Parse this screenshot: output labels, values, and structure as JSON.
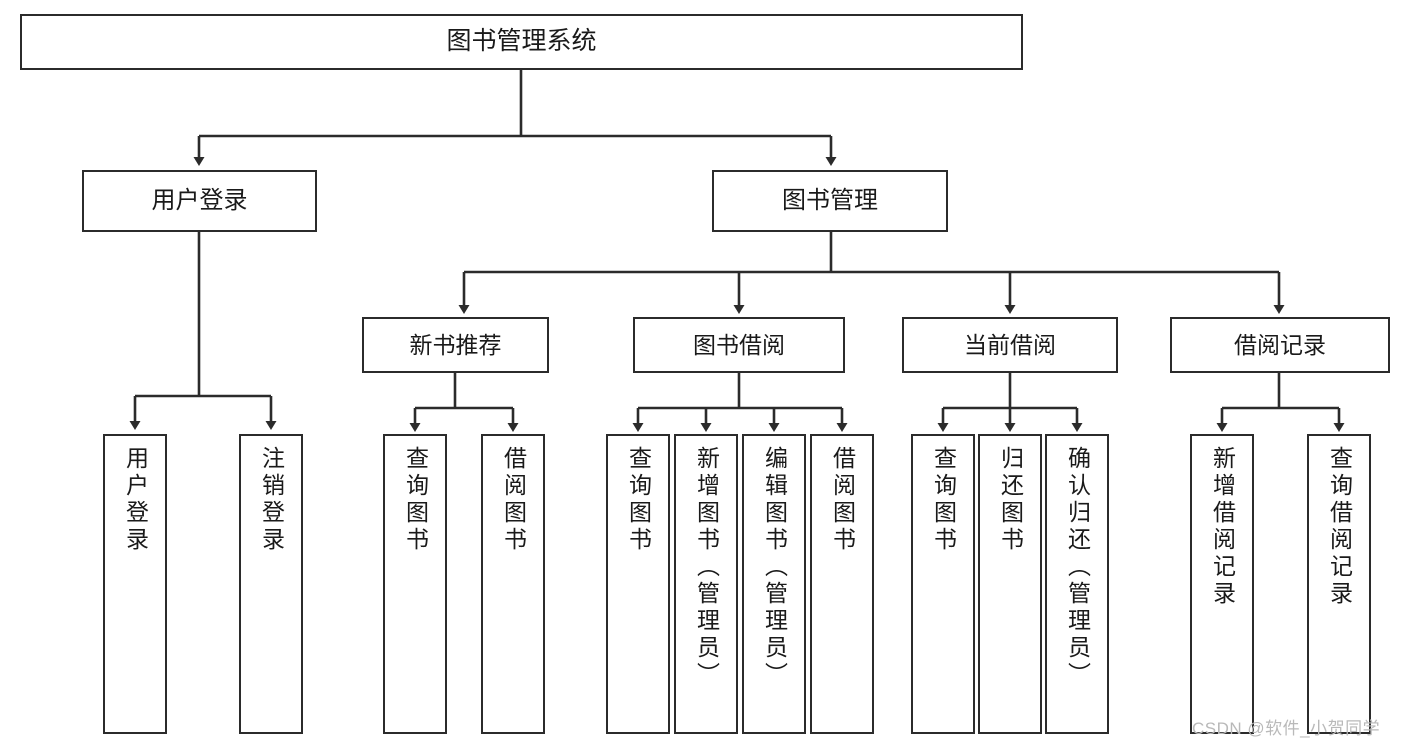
{
  "diagram": {
    "title": "图书管理系统",
    "type": "hierarchy-tree",
    "watermark": "CSDN @软件_小贺同学",
    "colors": {
      "stroke": "#2b2b2b",
      "fill": "#ffffff",
      "text": "#1a1a1a",
      "watermark": "#b9b9b9"
    },
    "nodes": {
      "root": {
        "label": "图书管理系统",
        "level": 0
      },
      "level1": [
        {
          "id": "user-login",
          "label": "用户登录"
        },
        {
          "id": "book-manage",
          "label": "图书管理"
        }
      ],
      "level2": [
        {
          "id": "new-book-recommend",
          "label": "新书推荐"
        },
        {
          "id": "book-borrow",
          "label": "图书借阅"
        },
        {
          "id": "current-borrow",
          "label": "当前借阅"
        },
        {
          "id": "borrow-record",
          "label": "借阅记录"
        }
      ],
      "leaves": {
        "user-login": [
          {
            "id": "leaf-user-login",
            "label": "用户登录"
          },
          {
            "id": "leaf-logout-login",
            "label": "注销登录"
          }
        ],
        "new-book-recommend": [
          {
            "id": "leaf-query-book-1",
            "label": "查询图书"
          },
          {
            "id": "leaf-borrow-book-1",
            "label": "借阅图书"
          }
        ],
        "book-borrow": [
          {
            "id": "leaf-query-book-2",
            "label": "查询图书"
          },
          {
            "id": "leaf-add-book-admin",
            "label": "新增图书（管理员）"
          },
          {
            "id": "leaf-edit-book-admin",
            "label": "编辑图书（管理员）"
          },
          {
            "id": "leaf-borrow-book-2",
            "label": "借阅图书"
          }
        ],
        "current-borrow": [
          {
            "id": "leaf-query-book-3",
            "label": "查询图书"
          },
          {
            "id": "leaf-return-book",
            "label": "归还图书"
          },
          {
            "id": "leaf-confirm-return-admin",
            "label": "确认归还（管理员）"
          }
        ],
        "borrow-record": [
          {
            "id": "leaf-add-borrow-record",
            "label": "新增借阅记录"
          },
          {
            "id": "leaf-query-borrow-record",
            "label": "查询借阅记录"
          }
        ]
      }
    }
  }
}
